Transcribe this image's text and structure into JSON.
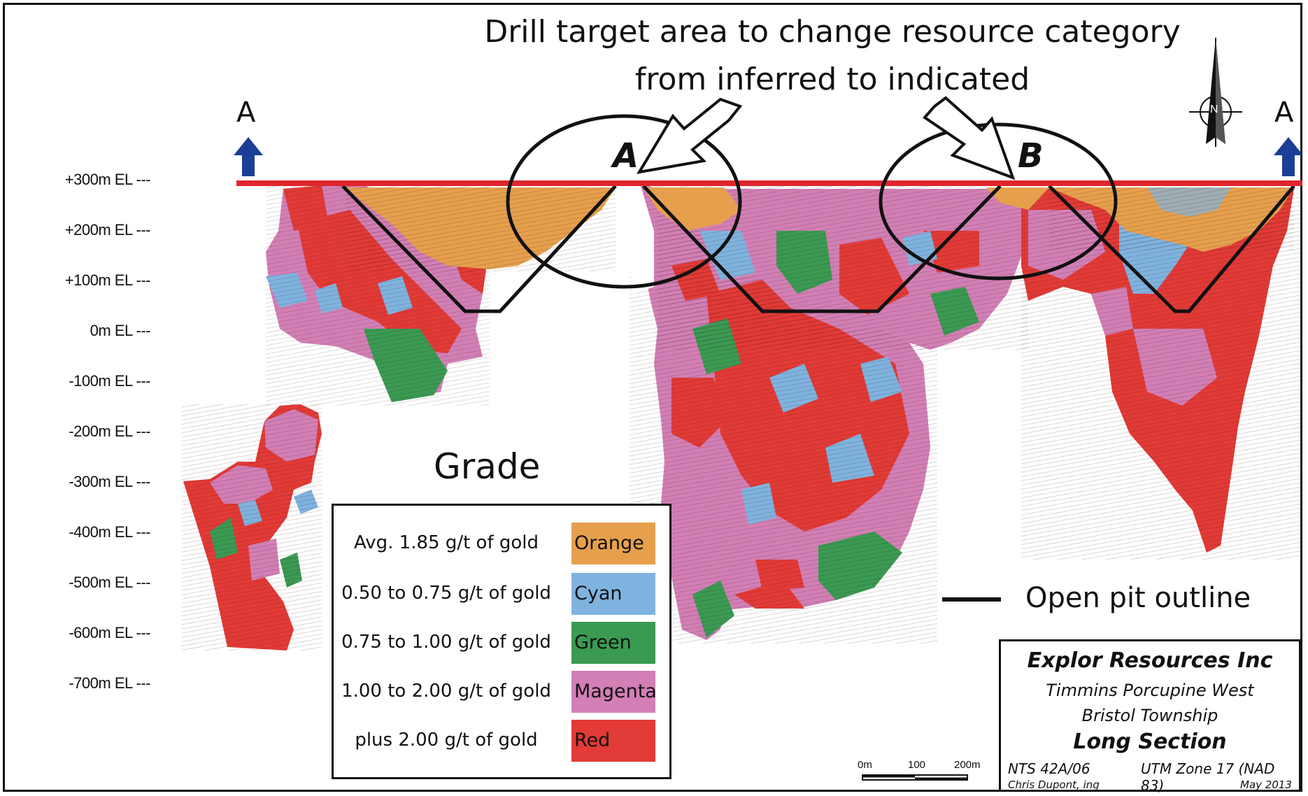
{
  "heading": {
    "line1": "Drill target area to change resource category",
    "line2": "from inferred to indicated"
  },
  "section_ends": {
    "left": "A",
    "right": "A"
  },
  "targets": [
    {
      "label": "A"
    },
    {
      "label": "B"
    }
  ],
  "elevation_labels": [
    "+300m EL ---",
    "+200m EL ---",
    "+100m EL ---",
    "0m EL ---",
    "-100m EL ---",
    "-200m EL ---",
    "-300m EL ---",
    "-400m EL ---",
    "-500m EL ---",
    "-600m EL ---",
    "-700m EL ---"
  ],
  "legend": {
    "title": "Grade",
    "rows": [
      {
        "text": "Avg. 1.85 g/t of gold",
        "swatch": "Orange",
        "color": "#e6a04d"
      },
      {
        "text": "0.50 to 0.75 g/t of gold",
        "swatch": "Cyan",
        "color": "#7fb3df"
      },
      {
        "text": "0.75 to 1.00 g/t of gold",
        "swatch": "Green",
        "color": "#3a9a52"
      },
      {
        "text": "1.00 to 2.00 g/t of gold",
        "swatch": "Magenta",
        "color": "#d27fb5"
      },
      {
        "text": "plus 2.00 g/t of gold",
        "swatch": "Red",
        "color": "#e23a36"
      }
    ]
  },
  "pit_legend": {
    "label": "Open pit outline"
  },
  "compass": {
    "letter": "N"
  },
  "scale_bar": {
    "labels": [
      "0m",
      "100",
      "200m"
    ]
  },
  "title_block": {
    "company": "Explor Resources Inc",
    "property": "Timmins Porcupine West",
    "township": "Bristol Township",
    "drawing": "Long Section",
    "nts": "NTS  42A/06",
    "utm": "UTM Zone 17 (NAD 83)",
    "author": "Chris Dupont, ing",
    "date": "May 2013"
  },
  "colors": {
    "section_line": "#e0262c",
    "arrow_blue": "#1b3f96",
    "orange": "#e6a04d",
    "cyan": "#7fb3df",
    "green": "#3a9a52",
    "magenta": "#d27fb5",
    "red": "#e23a36"
  }
}
